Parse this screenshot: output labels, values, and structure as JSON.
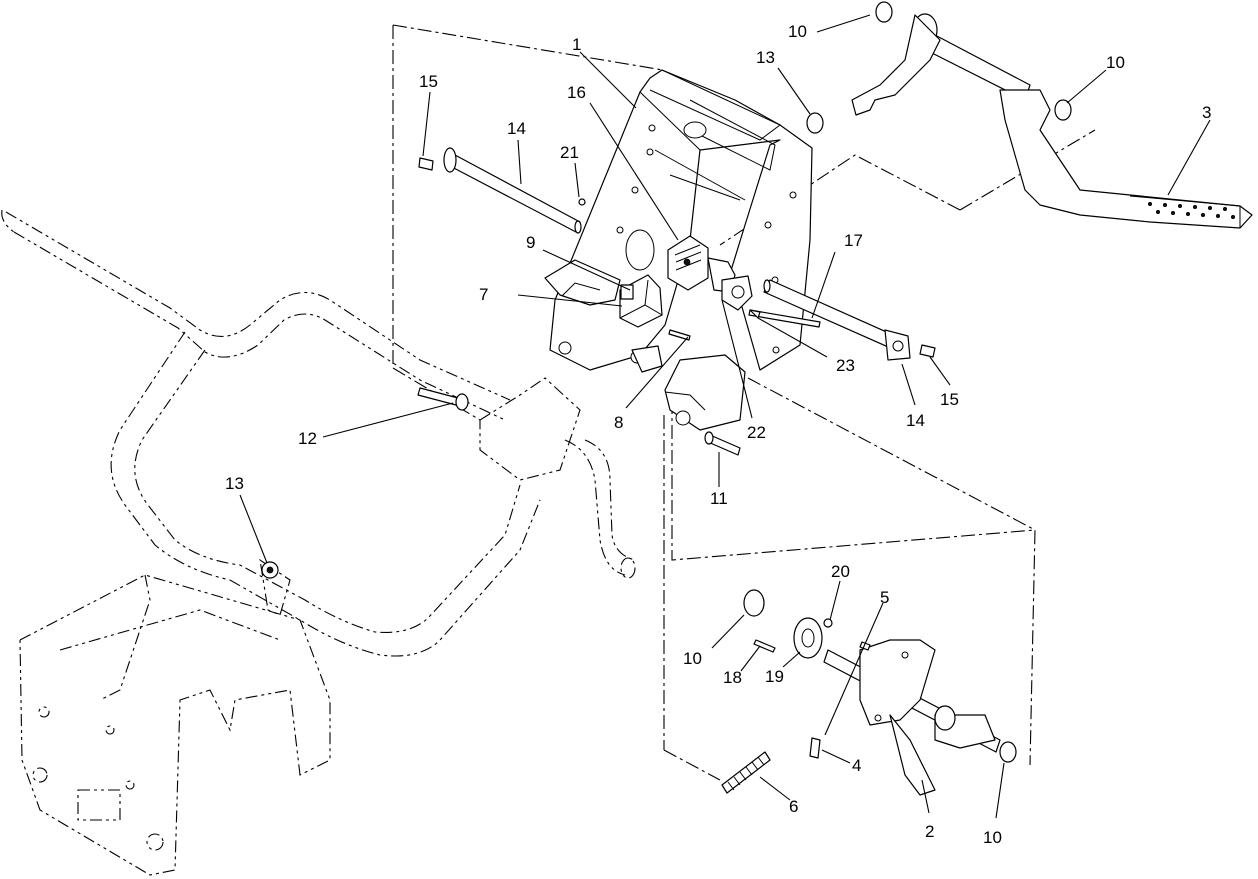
{
  "callouts": [
    {
      "label": "1"
    },
    {
      "label": "2"
    },
    {
      "label": "3"
    },
    {
      "label": "4"
    },
    {
      "label": "5"
    },
    {
      "label": "6"
    },
    {
      "label": "7"
    },
    {
      "label": "8"
    },
    {
      "label": "9"
    },
    {
      "label": "10"
    },
    {
      "label": "10"
    },
    {
      "label": "10"
    },
    {
      "label": "10"
    },
    {
      "label": "11"
    },
    {
      "label": "12"
    },
    {
      "label": "13"
    },
    {
      "label": "13"
    },
    {
      "label": "14"
    },
    {
      "label": "14"
    },
    {
      "label": "15"
    },
    {
      "label": "15"
    },
    {
      "label": "16"
    },
    {
      "label": "17"
    },
    {
      "label": "18"
    },
    {
      "label": "19"
    },
    {
      "label": "20"
    },
    {
      "label": "21"
    },
    {
      "label": "22"
    },
    {
      "label": "23"
    }
  ]
}
